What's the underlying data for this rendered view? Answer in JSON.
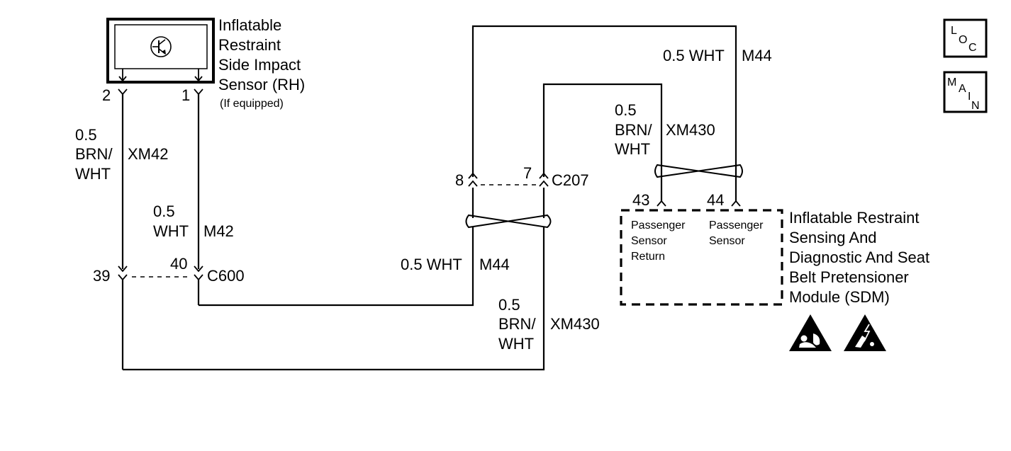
{
  "sensor": {
    "title_lines": [
      "Inflatable",
      "Restraint",
      "Side Impact",
      "Sensor (RH)"
    ],
    "note": "(If equipped)",
    "pin_left": "2",
    "pin_right": "1"
  },
  "wires": {
    "left_size": "0.5",
    "left_color_1": "BRN/",
    "left_color_2": "WHT",
    "left_circuit": "XM42",
    "right_size": "0.5",
    "right_color": "WHT",
    "right_circuit": "M42",
    "m44_lower": "0.5 WHT",
    "m44_lower_circuit": "M44",
    "m44_upper": "0.5 WHT",
    "m44_upper_circuit": "M44",
    "xm430_lower_size": "0.5",
    "xm430_lower_color_1": "BRN/",
    "xm430_lower_color_2": "WHT",
    "xm430_lower_circuit": "XM430",
    "xm430_upper_size": "0.5",
    "xm430_upper_color_1": "BRN/",
    "xm430_upper_color_2": "WHT",
    "xm430_upper_circuit": "XM430"
  },
  "connectors": {
    "c600": {
      "name": "C600",
      "pin_a": "39",
      "pin_b": "40"
    },
    "c207": {
      "name": "C207",
      "pin_a": "8",
      "pin_b": "7"
    }
  },
  "sdm": {
    "title_lines": [
      "Inflatable Restraint",
      "Sensing And",
      "Diagnostic And Seat",
      "Belt Pretensioner",
      "Module  (SDM)"
    ],
    "pin_left": "43",
    "pin_right": "44",
    "left_label_lines": [
      "Passenger",
      "Sensor",
      "Return"
    ],
    "right_label_lines": [
      "Passenger",
      "Sensor"
    ]
  },
  "nav": {
    "loc_letters": [
      "L",
      "O",
      "C"
    ],
    "main_letters": [
      "M",
      "A",
      "I",
      "N"
    ]
  },
  "icons": [
    "sensor-transistor-icon",
    "airbag-warning-icon",
    "esd-warning-icon"
  ]
}
